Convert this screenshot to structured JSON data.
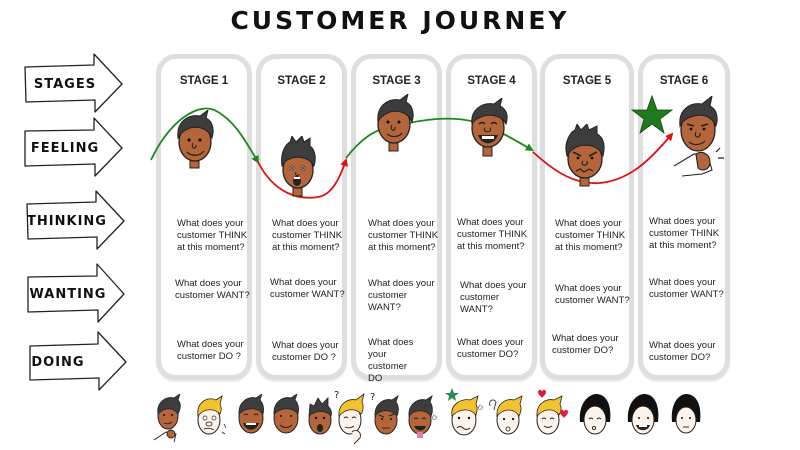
{
  "title": "CUSTOMER JOURNEY",
  "rows": [
    {
      "id": "stages",
      "label": "STAGES"
    },
    {
      "id": "feeling",
      "label": "FEELING"
    },
    {
      "id": "thinking",
      "label": "THINKING"
    },
    {
      "id": "wanting",
      "label": "WANTING"
    },
    {
      "id": "doing",
      "label": "DOING"
    }
  ],
  "stages": [
    {
      "label": "STAGE 1",
      "feeling": "happy",
      "think": "What does your customer THINK at this moment?",
      "want": "What does your customer WANT?",
      "do": "What does your customer DO ?"
    },
    {
      "label": "STAGE 2",
      "feeling": "shocked",
      "think": "What does your customer THINK at this moment?",
      "want": "What does your customer WANT?",
      "do": "What does your customer DO ?"
    },
    {
      "label": "STAGE 3",
      "feeling": "content",
      "think": "What does your customer THINK at this moment?",
      "want": "What does your customer WANT?",
      "do": "What does your customer DO"
    },
    {
      "label": "STAGE 4",
      "feeling": "delighted",
      "think": "What does your customer THINK at this moment?",
      "want": "What does your customer WANT?",
      "do": "What does your customer DO?"
    },
    {
      "label": "STAGE 5",
      "feeling": "angry",
      "think": "What does your customer THINK at this moment?",
      "want": "What does your customer WANT?",
      "do": "What does your customer DO?"
    },
    {
      "label": "STAGE 6",
      "feeling": "confident",
      "think": "What does your customer THINK at this moment?",
      "want": "What does your customer WANT?",
      "do": "What does your customer DO?"
    }
  ],
  "emotion_curve": {
    "positive_color": "#1a8a1a",
    "negative_color": "#e01010",
    "star_color": "#1f7a1f"
  },
  "colors": {
    "card_border": "#dedede",
    "skin_dark": "#b5653a",
    "skin_light": "#fdf3ea",
    "hair_dark": "#3d3d3d",
    "hair_blond": "#f2c230",
    "hair_black": "#111111"
  },
  "emotion_faces_strip": [
    "thoughtful-hand-on-chin",
    "blond-worried-sweating",
    "laughing",
    "smiling",
    "shocked",
    "blond-pondering-question",
    "skeptical-question",
    "pleased-sparkle",
    "blond-dizzy-stars",
    "blond-confused-wave",
    "blond-in-love-hearts",
    "woman-whistling",
    "woman-laughing",
    "woman-neutral"
  ]
}
